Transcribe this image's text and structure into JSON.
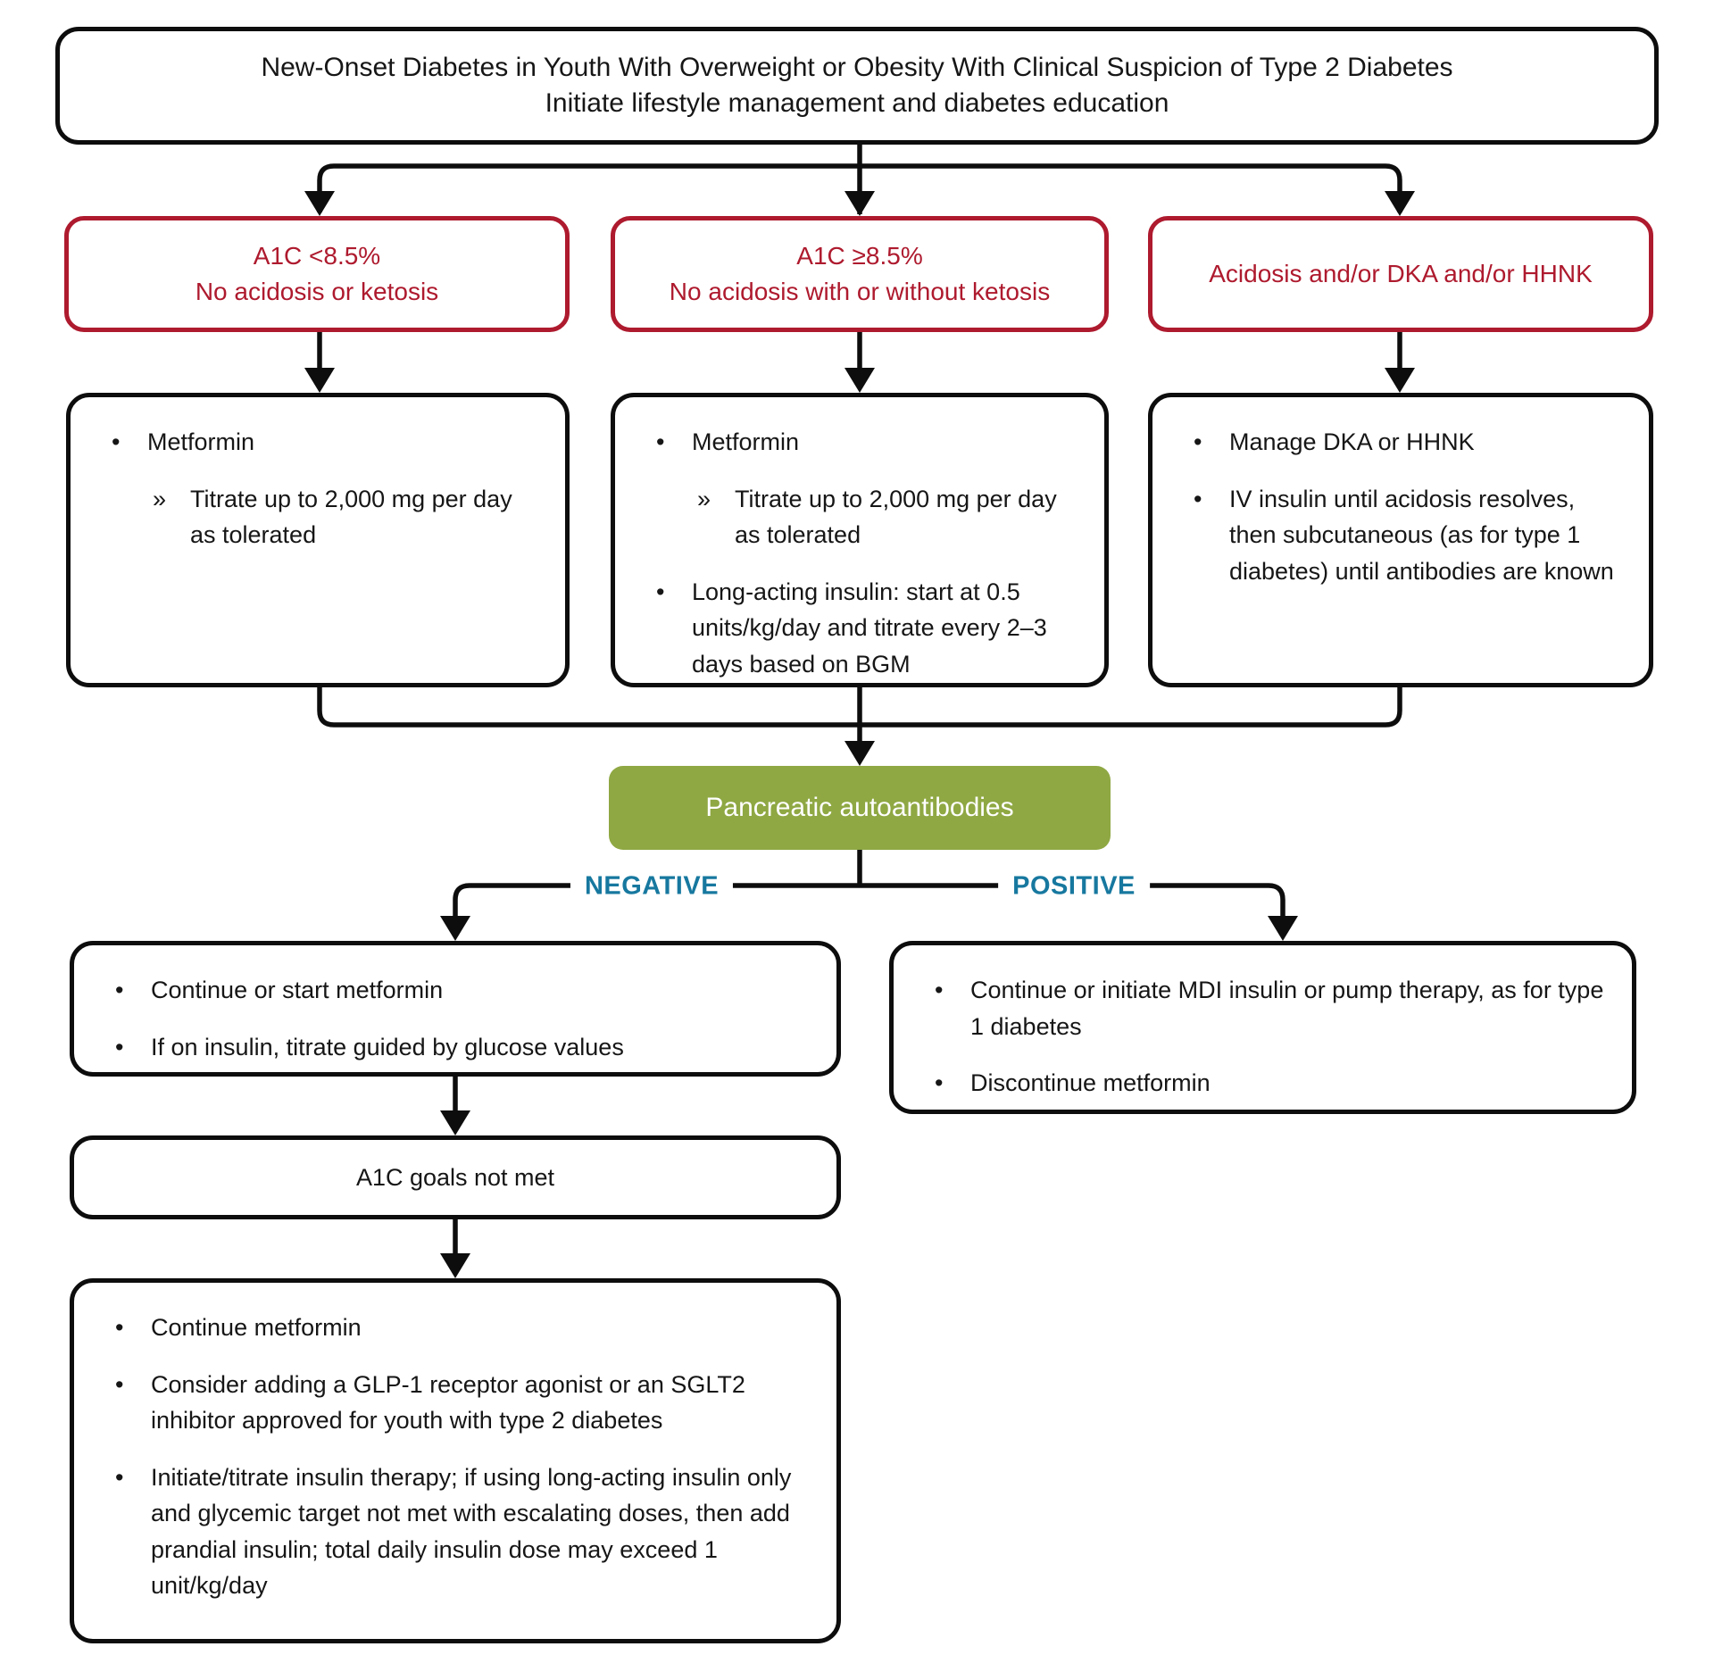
{
  "colors": {
    "line": "#0d0d0d",
    "red": "#AE1A2E",
    "green": "#8FA843",
    "teal": "#17789F"
  },
  "markers": {
    "bullet": "•",
    "sub": "»"
  },
  "top_box": {
    "line1": "New-Onset Diabetes in Youth With Overweight or Obesity With Clinical Suspicion of Type 2 Diabetes",
    "line2": "Initiate lifestyle management and diabetes education"
  },
  "criteria": [
    {
      "line1": "A1C <8.5%",
      "line2": "No acidosis or ketosis"
    },
    {
      "line1": "A1C ≥8.5%",
      "line2": "No acidosis with or without ketosis"
    },
    {
      "line1": "Acidosis and/or DKA and/or HHNK",
      "line2": ""
    }
  ],
  "treatments": {
    "col1": {
      "item1": "Metformin",
      "item1a": "Titrate up to 2,000 mg per day as tolerated"
    },
    "col2": {
      "item1": "Metformin",
      "item1a": "Titrate up to 2,000 mg per day as tolerated",
      "item2": "Long-acting insulin: start at 0.5 units/kg/day and titrate every 2–3 days based on BGM"
    },
    "col3": {
      "item1": "Manage DKA or HHNK",
      "item2": "IV insulin until acidosis resolves, then subcutaneous (as for type 1 diabetes) until antibodies are known"
    }
  },
  "antibody_box": {
    "label": "Pancreatic autoantibodies"
  },
  "branch_labels": {
    "negative": "NEGATIVE",
    "positive": "POSITIVE"
  },
  "negative_box": {
    "item1": "Continue or start metformin",
    "item2": "If on insulin, titrate guided by glucose values"
  },
  "positive_box": {
    "item1": "Continue or initiate MDI insulin or pump therapy, as for type 1 diabetes",
    "item2": "Discontinue metformin"
  },
  "a1c_goals_box": {
    "label": "A1C goals not met"
  },
  "escalation_box": {
    "item1": "Continue metformin",
    "item2": "Consider adding a GLP-1 receptor agonist or an SGLT2 inhibitor approved for youth with type 2 diabetes",
    "item3": "Initiate/titrate insulin therapy; if using long-acting insulin only and glycemic target not met with escalating doses, then add prandial insulin; total daily insulin dose may exceed 1 unit/kg/day"
  }
}
